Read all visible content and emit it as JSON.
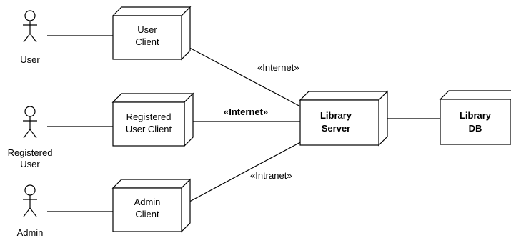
{
  "actors": {
    "user": {
      "label_lines": [
        "User"
      ]
    },
    "registered_user": {
      "label_lines": [
        "Registered",
        "User"
      ]
    },
    "admin": {
      "label_lines": [
        "Admin"
      ]
    }
  },
  "nodes": {
    "user_client": {
      "label_lines": [
        "User",
        "Client"
      ]
    },
    "registered_user_client": {
      "label_lines": [
        "Registered",
        "User Client"
      ]
    },
    "admin_client": {
      "label_lines": [
        "Admin",
        "Client"
      ]
    },
    "library_server": {
      "label_lines": [
        "Library",
        "Server"
      ]
    },
    "library_db": {
      "label_lines": [
        "Library",
        "DB"
      ]
    }
  },
  "connections": {
    "user_client_to_server": {
      "label": "«Internet»"
    },
    "registered_client_to_server": {
      "label": "«Internet»"
    },
    "admin_client_to_server": {
      "label": "«Intranet»"
    }
  }
}
